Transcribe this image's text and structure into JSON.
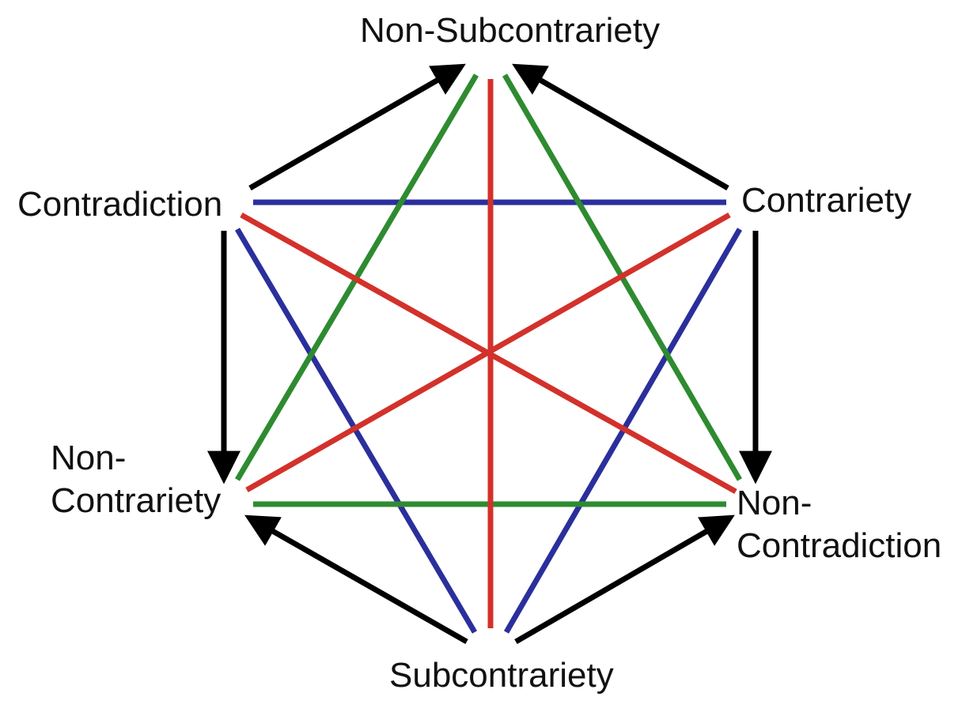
{
  "diagram": {
    "nodes": {
      "non_subcontrariety": "Non-Subcontrariety",
      "contradiction": "Contradiction",
      "contrariety": "Contrariety",
      "non_contrariety_1": "Non-",
      "non_contrariety_2": "Contrariety",
      "non_contradiction_1": "Non-",
      "non_contradiction_2": "Contradiction",
      "subcontrariety": "Subcontrariety"
    },
    "colors": {
      "red": "#d3312b",
      "green": "#2e8b30",
      "blue": "#2a2f9c",
      "arrow": "#000000"
    }
  }
}
